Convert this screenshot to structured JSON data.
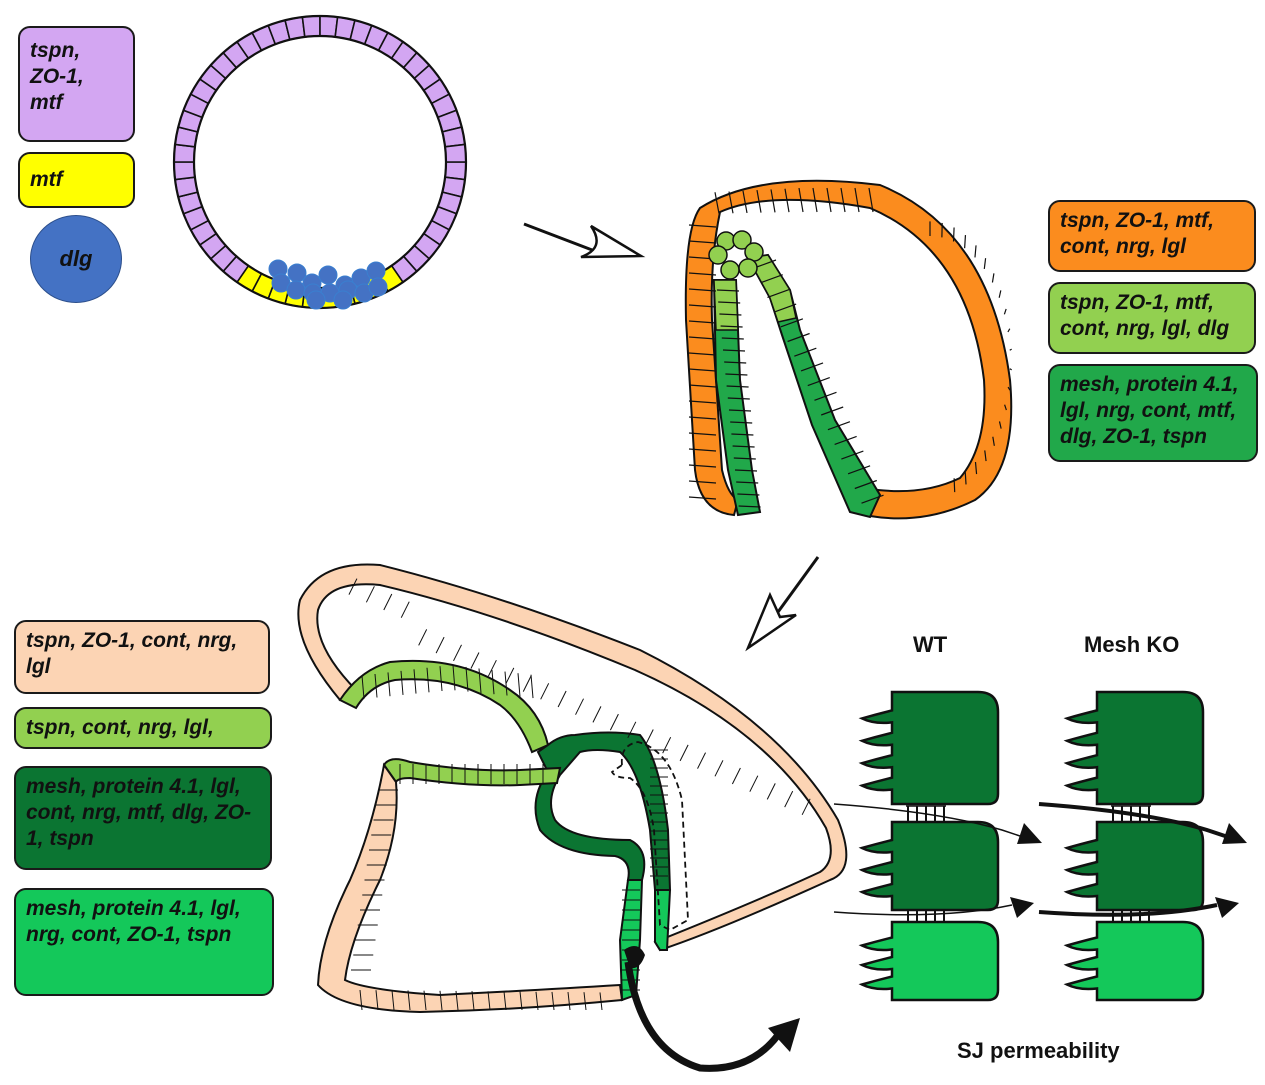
{
  "colors": {
    "purple": "#d3a6f2",
    "yellow": "#ffff00",
    "blue": "#4472c4",
    "orange": "#fb8c1e",
    "light_green": "#92d050",
    "mid_green": "#21a84a",
    "dark_green": "#0b7532",
    "bright_green": "#14c85a",
    "peach": "#fcd4b4",
    "outline": "#111111"
  },
  "stage1_legend": [
    {
      "id": "purple",
      "text": "tspn, ZO-1, mtf"
    },
    {
      "id": "yellow",
      "text": "mtf"
    },
    {
      "id": "blue",
      "text": "dlg",
      "shape": "circle"
    }
  ],
  "stage2_legend": [
    {
      "id": "orange",
      "text": "tspn, ZO-1, mtf, cont, nrg, lgl"
    },
    {
      "id": "light_green",
      "text": "tspn, ZO-1, mtf, cont, nrg, lgl, dlg"
    },
    {
      "id": "mid_green",
      "text": "mesh, protein 4.1, lgl, nrg, cont, mtf, dlg, ZO-1, tspn"
    }
  ],
  "stage3_legend": [
    {
      "id": "peach",
      "text": "tspn, ZO-1, cont, nrg, lgl"
    },
    {
      "id": "light_green",
      "text": "tspn, cont, nrg, lgl,"
    },
    {
      "id": "dark_green",
      "text": "mesh, protein 4.1, lgl, cont, nrg, mtf, dlg, ZO-1, tspn"
    },
    {
      "id": "bright_green",
      "text": "mesh, protein 4.1, lgl, nrg, cont, ZO-1, tspn"
    }
  ],
  "sj_panel": {
    "wt_label": "WT",
    "ko_label": "Mesh KO",
    "caption": "SJ permeability"
  }
}
